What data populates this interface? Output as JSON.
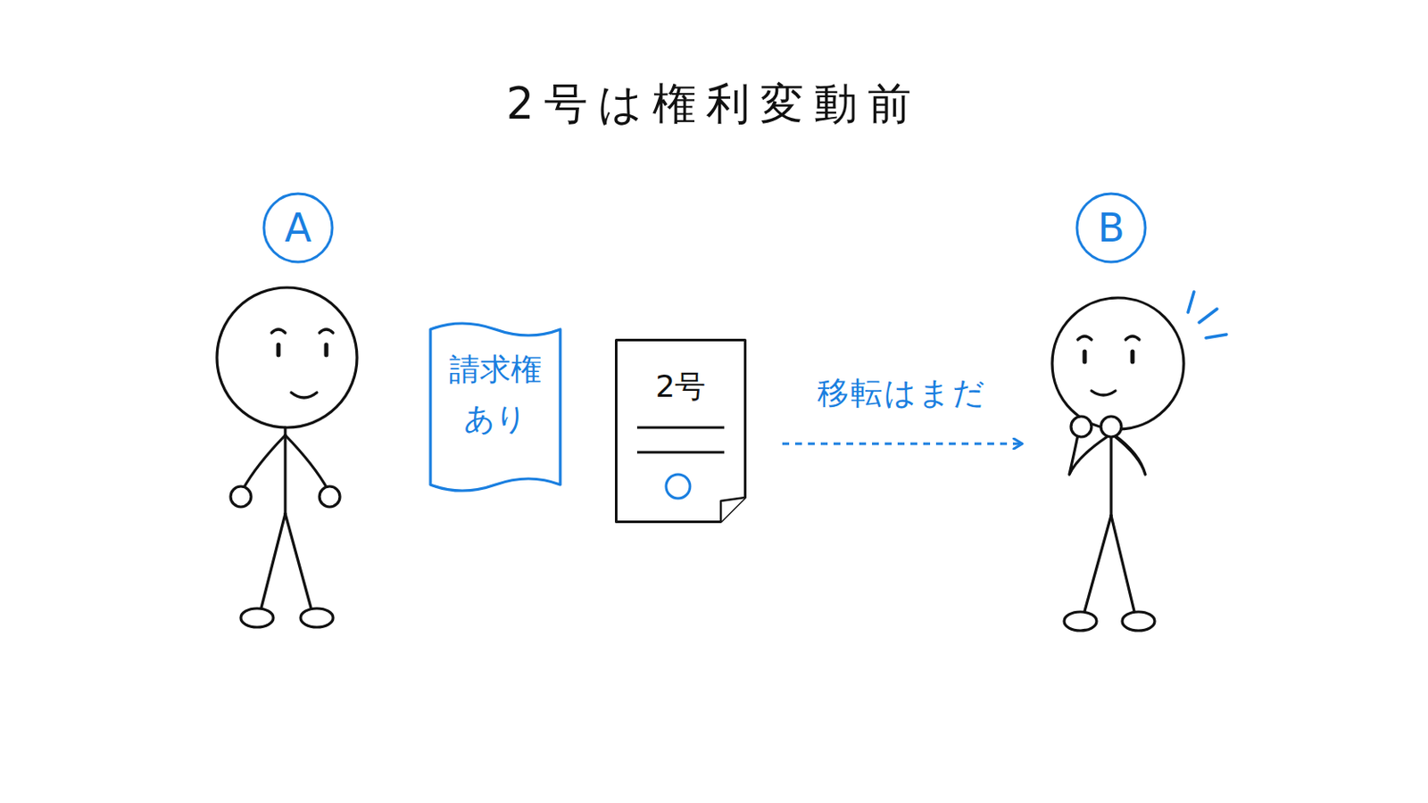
{
  "diagram": {
    "title": "2号は権利変動前",
    "nodes": [
      {
        "text": [
          "A"
        ]
      },
      {
        "text": [
          "請求権 あり"
        ]
      },
      {
        "text": [
          "2号"
        ]
      },
      {
        "text": [
          "B"
        ]
      }
    ],
    "edges": [
      {
        "from": 2,
        "to": 3,
        "label": "移転はまだ",
        "arrow": "to"
      }
    ]
  }
}
